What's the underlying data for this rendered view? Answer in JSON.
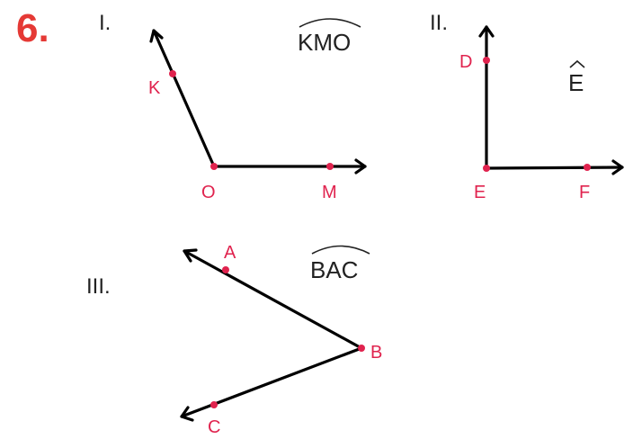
{
  "problem_number": "6.",
  "colors": {
    "number": "#e53935",
    "point": "#e0234e",
    "ray": "#000000",
    "text": "#222222"
  },
  "figures": [
    {
      "roman": "I.",
      "angle_name": "KMO",
      "vertex": {
        "label": "O"
      },
      "points": [
        {
          "label": "K"
        },
        {
          "label": "M"
        }
      ]
    },
    {
      "roman": "II.",
      "angle_name": "E",
      "vertex": {
        "label": "E"
      },
      "points": [
        {
          "label": "D"
        },
        {
          "label": "F"
        }
      ]
    },
    {
      "roman": "III.",
      "angle_name": "BAC",
      "vertex": {
        "label": "B"
      },
      "points": [
        {
          "label": "A"
        },
        {
          "label": "C"
        }
      ]
    }
  ]
}
